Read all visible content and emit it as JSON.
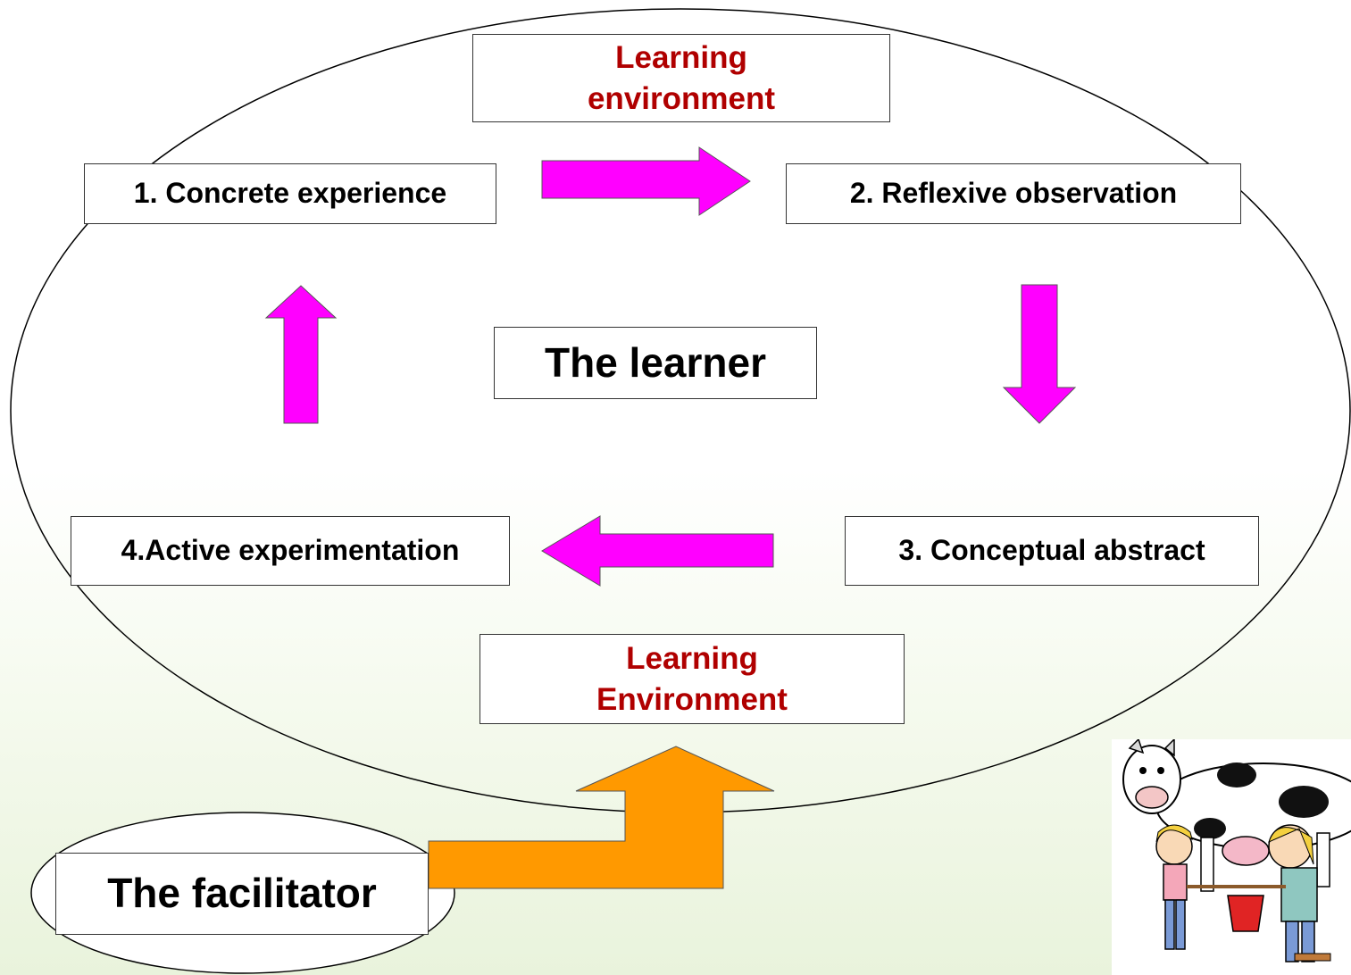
{
  "colors": {
    "cycle_arrow": "#ff00ff",
    "facilitator_arrow": "#ff9900",
    "environment_text": "#b00000",
    "outline": "#000000"
  },
  "environment": {
    "top_line1": "Learning",
    "top_line2": "environment",
    "bottom_line1": "Learning",
    "bottom_line2": "Environment"
  },
  "steps": {
    "concrete_experience": "1. Concrete experience",
    "reflexive_observation": "2. Reflexive observation",
    "conceptual_abstract": "3. Conceptual abstract",
    "active_experimentation": "4.Active experimentation"
  },
  "learner": "The learner",
  "facilitator": "The facilitator",
  "illustration": "cartoon of two children milking a cow"
}
